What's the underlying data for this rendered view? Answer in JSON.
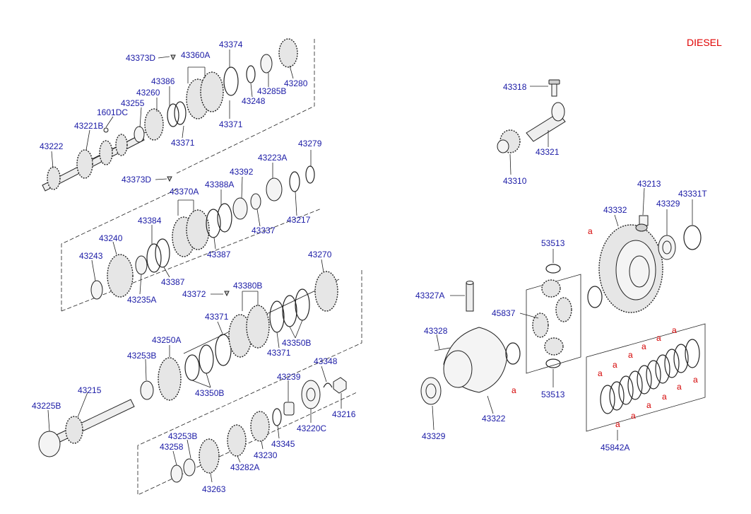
{
  "title": "DIESEL",
  "labels": {
    "l43373D_a": "43373D",
    "l43360A": "43360A",
    "l43374": "43374",
    "l43386": "43386",
    "l43260": "43260",
    "l43255": "43255",
    "l1601DC": "1601DC",
    "l43221B": "43221B",
    "l43222": "43222",
    "l43371_a": "43371",
    "l43371_b": "43371",
    "l43248": "43248",
    "l43285B": "43285B",
    "l43280": "43280",
    "l43373D_b": "43373D",
    "l43370A": "43370A",
    "l43388A": "43388A",
    "l43392": "43392",
    "l43223A": "43223A",
    "l43279": "43279",
    "l43337": "43337",
    "l43217": "43217",
    "l43384": "43384",
    "l43240": "43240",
    "l43243": "43243",
    "l43387_a": "43387",
    "l43387_b": "43387",
    "l43235A": "43235A",
    "l43270": "43270",
    "l43372": "43372",
    "l43380B": "43380B",
    "l43371_c": "43371",
    "l43371_d": "43371",
    "l43350B_a": "43350B",
    "l43350B_b": "43350B",
    "l43250A": "43250A",
    "l43253B_a": "43253B",
    "l43215": "43215",
    "l43225B": "43225B",
    "l43348": "43348",
    "l43239": "43239",
    "l43216": "43216",
    "l43220C": "43220C",
    "l43345": "43345",
    "l43230": "43230",
    "l43282A": "43282A",
    "l43253B_b": "43253B",
    "l43258": "43258",
    "l43263": "43263",
    "l43318": "43318",
    "l43321": "43321",
    "l43310": "43310",
    "l43213": "43213",
    "l43331T": "43331T",
    "l43332": "43332",
    "l43329_a": "43329",
    "l53513_a": "53513",
    "l43327A": "43327A",
    "l45837": "45837",
    "l43328": "43328",
    "l53513_b": "53513",
    "l43322": "43322",
    "l43329_b": "43329",
    "l45842A": "45842A",
    "a": "a"
  }
}
